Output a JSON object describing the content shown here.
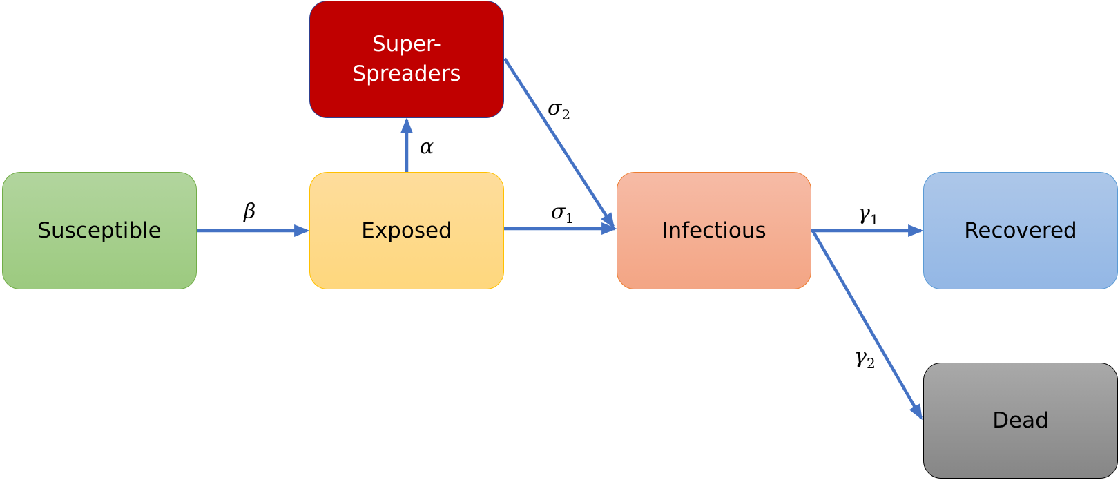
{
  "nodes": {
    "susceptible": {
      "label": "Susceptible",
      "color": "#a9d18e"
    },
    "exposed": {
      "label": "Exposed",
      "color": "#ffd966"
    },
    "superspreaders": {
      "label": "Super-\nSpreaders",
      "color": "#c00000"
    },
    "infectious": {
      "label": "Infectious",
      "color": "#f4b183"
    },
    "recovered": {
      "label": "Recovered",
      "color": "#9dc3e6"
    },
    "dead": {
      "label": "Dead",
      "color": "#999999"
    }
  },
  "rates": {
    "beta": {
      "symbol": "β",
      "sub": ""
    },
    "alpha": {
      "symbol": "α",
      "sub": ""
    },
    "sigma1": {
      "symbol": "σ",
      "sub": "1"
    },
    "sigma2": {
      "symbol": "σ",
      "sub": "2"
    },
    "gamma1": {
      "symbol": "γ",
      "sub": "1"
    },
    "gamma2": {
      "symbol": "γ",
      "sub": "2"
    }
  },
  "arrow_color": "#4472c4",
  "edges": [
    {
      "from": "susceptible",
      "to": "exposed",
      "rate": "beta"
    },
    {
      "from": "exposed",
      "to": "superspreaders",
      "rate": "alpha"
    },
    {
      "from": "exposed",
      "to": "infectious",
      "rate": "sigma1"
    },
    {
      "from": "superspreaders",
      "to": "infectious",
      "rate": "sigma2"
    },
    {
      "from": "infectious",
      "to": "recovered",
      "rate": "gamma1"
    },
    {
      "from": "infectious",
      "to": "dead",
      "rate": "gamma2"
    }
  ]
}
